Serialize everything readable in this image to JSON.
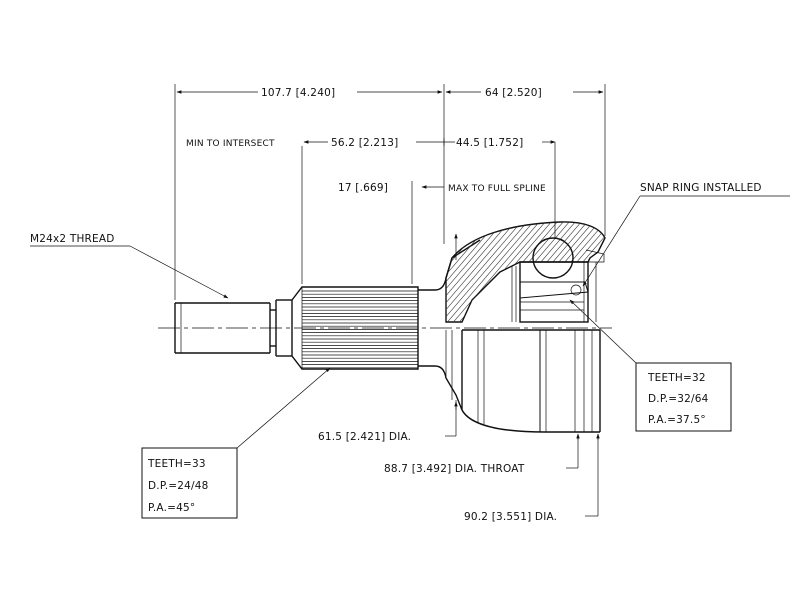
{
  "dimensions": {
    "overall_left": "107.7 [4.240]",
    "overall_right": "64 [2.520]",
    "min_to_intersect_label": "MIN TO INTERSECT",
    "min_to_intersect_value": "56.2 [2.213]",
    "bell_depth": "44.5 [1.752]",
    "full_spline_value": "17 [.669]",
    "full_spline_label": "MAX TO FULL SPLINE",
    "snap_ring": "SNAP RING INSTALLED",
    "thread": "M24x2 THREAD",
    "seal_dia": "61.5 [2.421] DIA.",
    "throat_dia": "88.7 [3.492] DIA. THROAT",
    "outer_dia": "90.2 [3.551] DIA."
  },
  "spline_spec": {
    "teeth": "TEETH=33",
    "dp": "D.P.=24/48",
    "pa": "P.A.=45°"
  },
  "inner_spec": {
    "teeth": "TEETH=32",
    "dp": "D.P.=32/64",
    "pa": "P.A.=37.5°"
  }
}
